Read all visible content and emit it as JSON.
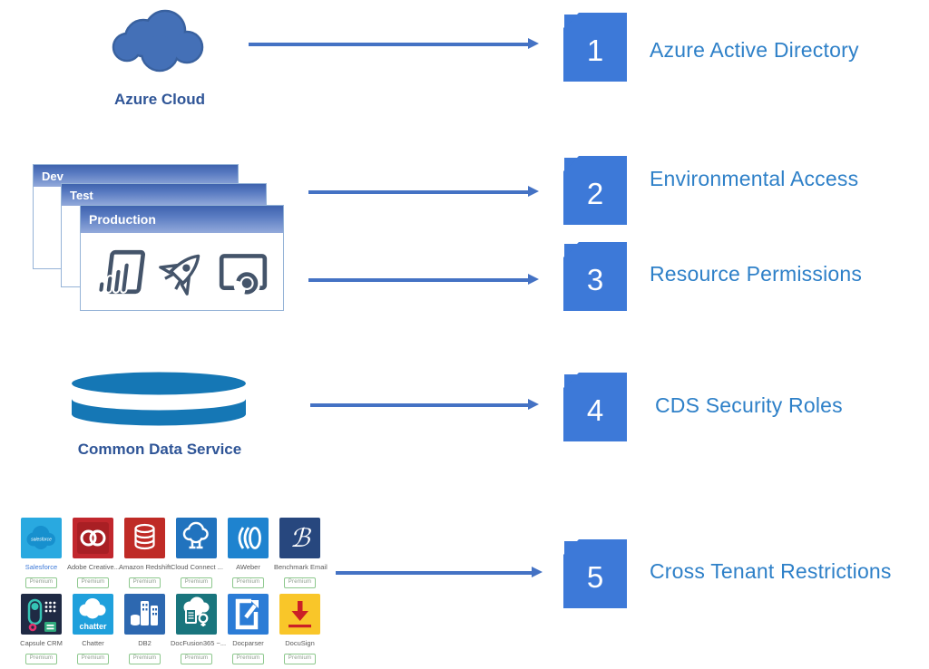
{
  "steps": [
    {
      "number": "1",
      "label": "Azure Active Directory"
    },
    {
      "number": "2",
      "label": "Environmental Access"
    },
    {
      "number": "3",
      "label": "Resource Permissions"
    },
    {
      "number": "4",
      "label": "CDS Security Roles"
    },
    {
      "number": "5",
      "label": "Cross Tenant Restrictions"
    }
  ],
  "source_nodes": {
    "azure_cloud": {
      "caption": "Azure Cloud",
      "icon": "cloud-icon"
    },
    "environments": {
      "back_label": "Dev",
      "middle_label": "Test",
      "front_label": "Production",
      "icons": [
        "power-bi-icon",
        "rocket-icon",
        "connected-screen-icon"
      ]
    },
    "cds": {
      "caption": "Common Data Service",
      "icon": "database-cylinder-icon"
    },
    "connectors": {
      "badge_label": "Premium",
      "tiles": [
        {
          "name": "Salesforce",
          "icon": "salesforce-cloud-icon",
          "tile_text": "salesforce",
          "color": "#29A9E0"
        },
        {
          "name": "Adobe Creative...",
          "icon": "adobe-cc-rings-icon",
          "color": "#C1272D"
        },
        {
          "name": "Amazon Redshift",
          "icon": "database-stack-icon",
          "color": "#BF2B26"
        },
        {
          "name": "Cloud Connect ...",
          "icon": "cloud-plug-icon",
          "color": "#2173BE"
        },
        {
          "name": "AWeber",
          "icon": "aweber-arcs-icon",
          "color": "#1E83CF"
        },
        {
          "name": "Benchmark Email",
          "icon": "script-b-icon",
          "color": "#27477E"
        },
        {
          "name": "Capsule CRM",
          "icon": "capsule-pill-icon",
          "color": "#1F2A44"
        },
        {
          "name": "Chatter",
          "icon": "chatter-cloud-icon",
          "tile_text": "chatter",
          "color": "#1FA0DC"
        },
        {
          "name": "DB2",
          "icon": "db2-towers-icon",
          "color": "#2D68B0"
        },
        {
          "name": "DocFusion365 ~...",
          "icon": "cloud-document-icon",
          "color": "#19757D"
        },
        {
          "name": "Docparser",
          "icon": "document-parser-icon",
          "color": "#2B7CD6"
        },
        {
          "name": "DocuSign",
          "icon": "download-arrow-icon",
          "color": "#F9C629"
        }
      ]
    }
  },
  "colors": {
    "step_box": "#3D79D8",
    "step_label": "#2E80C8",
    "arrow": "#4472C4",
    "caption": "#2F5597",
    "cloud_fill": "#4470B7",
    "cylinder_fill": "#1577B5",
    "env_header_top": "#3F63AE",
    "env_header_bottom": "#93AADB",
    "env_border": "#95B3D7",
    "env_icon": "#44546A",
    "premium_border": "#8DC88D"
  }
}
